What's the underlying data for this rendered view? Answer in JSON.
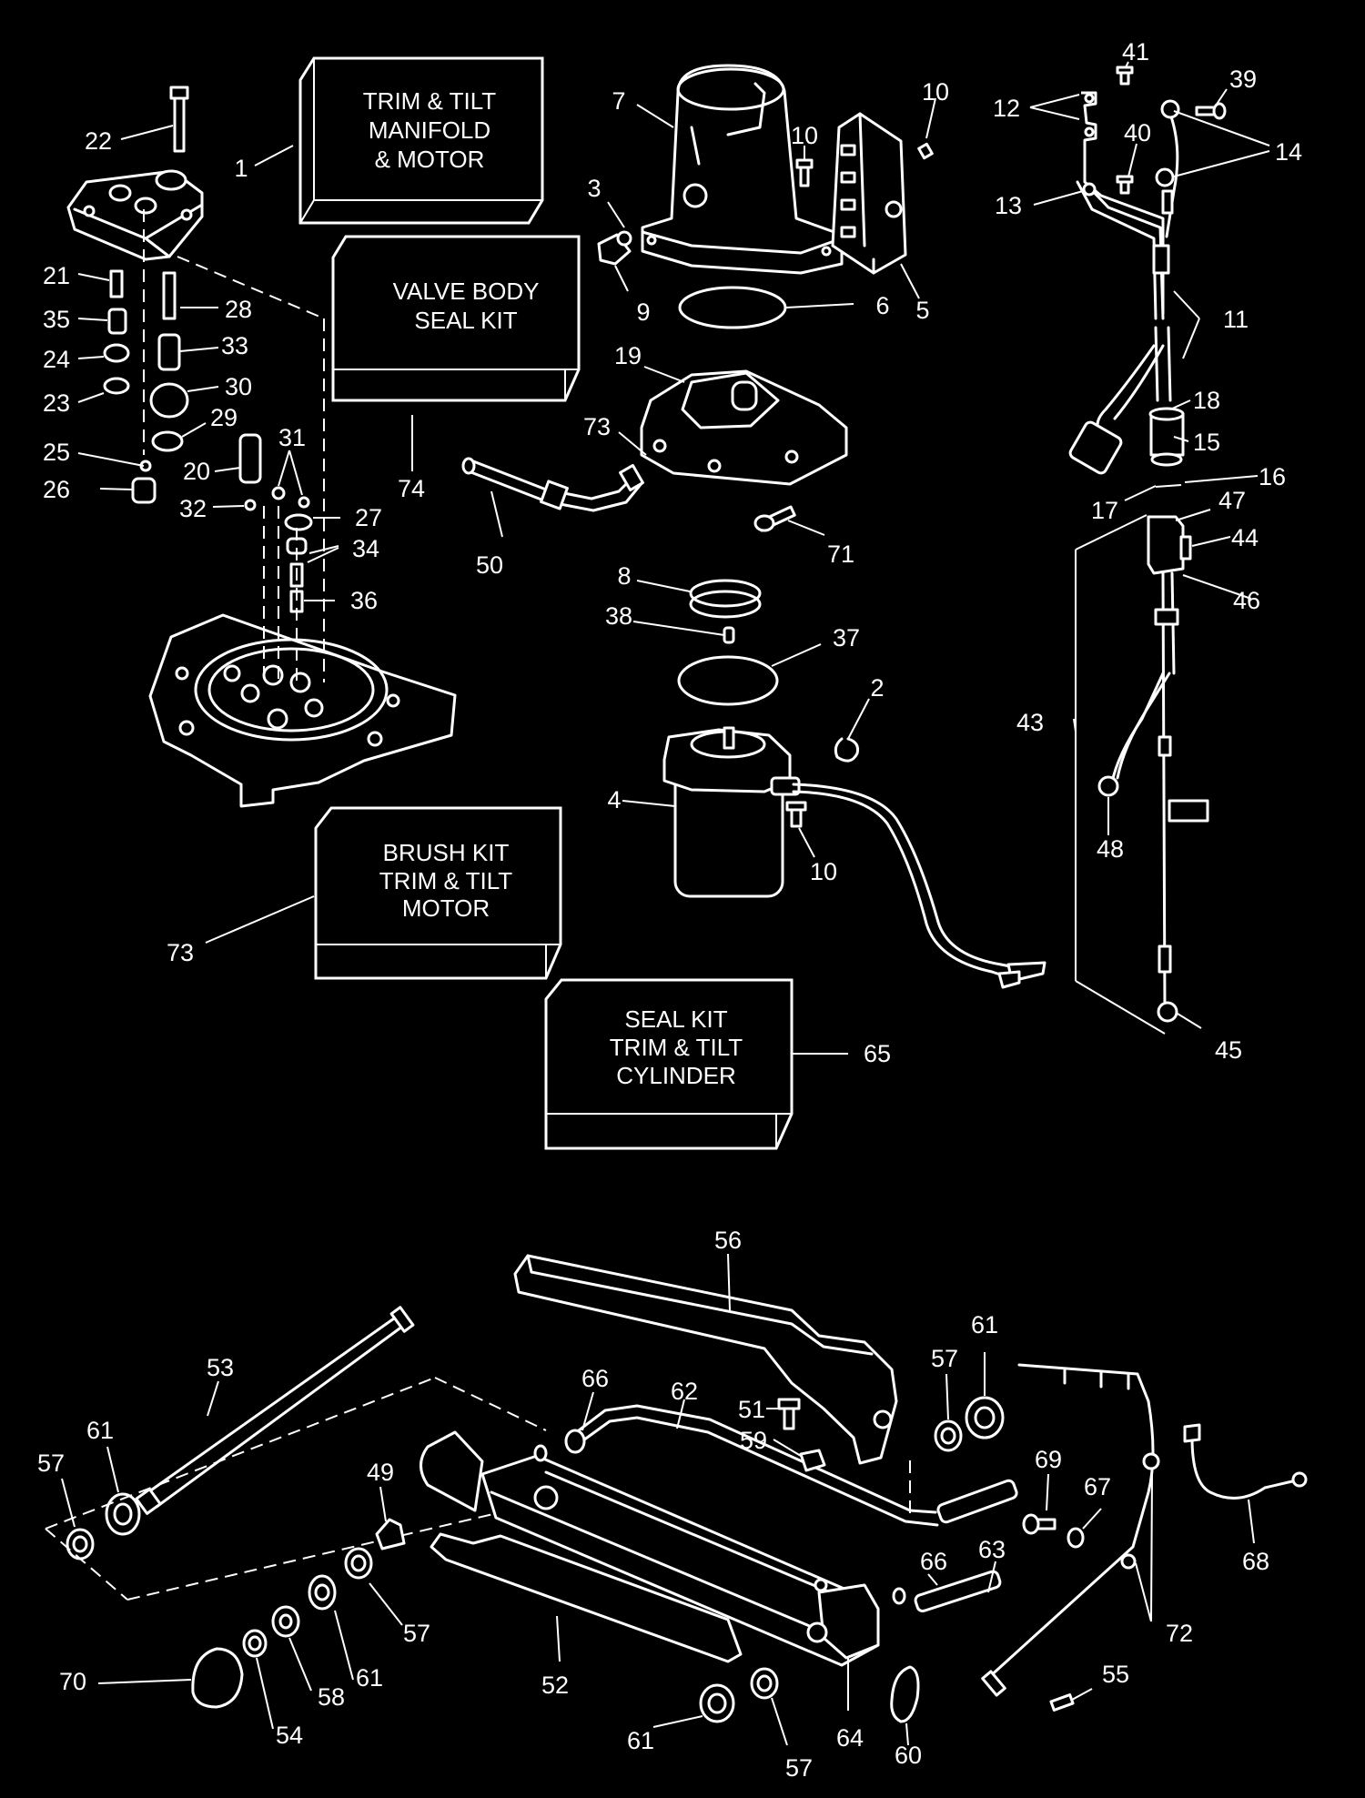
{
  "kits": {
    "manifold": [
      "TRIM & TILT",
      "MANIFOLD",
      "& MOTOR"
    ],
    "valve": [
      "VALVE BODY",
      "SEAL KIT"
    ],
    "brush": [
      "BRUSH KIT",
      "TRIM & TILT",
      "MOTOR"
    ],
    "cylinder": [
      "SEAL KIT",
      "TRIM & TILT",
      "CYLINDER"
    ]
  },
  "callouts": [
    {
      "id": "c22",
      "t": "22"
    },
    {
      "id": "c1",
      "t": "1"
    },
    {
      "id": "c21",
      "t": "21"
    },
    {
      "id": "c35",
      "t": "35"
    },
    {
      "id": "c24",
      "t": "24"
    },
    {
      "id": "c23",
      "t": "23"
    },
    {
      "id": "c25",
      "t": "25"
    },
    {
      "id": "c26",
      "t": "26"
    },
    {
      "id": "c28",
      "t": "28"
    },
    {
      "id": "c33",
      "t": "33"
    },
    {
      "id": "c30",
      "t": "30"
    },
    {
      "id": "c29",
      "t": "29"
    },
    {
      "id": "c20",
      "t": "20"
    },
    {
      "id": "c31",
      "t": "31"
    },
    {
      "id": "c32",
      "t": "32"
    },
    {
      "id": "c27",
      "t": "27"
    },
    {
      "id": "c34",
      "t": "34"
    },
    {
      "id": "c36",
      "t": "36"
    },
    {
      "id": "c74",
      "t": "74"
    },
    {
      "id": "c73a",
      "t": "73"
    },
    {
      "id": "c7",
      "t": "7"
    },
    {
      "id": "c3",
      "t": "3"
    },
    {
      "id": "c9",
      "t": "9"
    },
    {
      "id": "c10a",
      "t": "10"
    },
    {
      "id": "c10b",
      "t": "10"
    },
    {
      "id": "c5",
      "t": "5"
    },
    {
      "id": "c6",
      "t": "6"
    },
    {
      "id": "c19",
      "t": "19"
    },
    {
      "id": "c73b",
      "t": "73"
    },
    {
      "id": "c50",
      "t": "50"
    },
    {
      "id": "c71",
      "t": "71"
    },
    {
      "id": "c8",
      "t": "8"
    },
    {
      "id": "c38",
      "t": "38"
    },
    {
      "id": "c37",
      "t": "37"
    },
    {
      "id": "c2",
      "t": "2"
    },
    {
      "id": "c4",
      "t": "4"
    },
    {
      "id": "c10c",
      "t": "10"
    },
    {
      "id": "c65",
      "t": "65"
    },
    {
      "id": "c41",
      "t": "41"
    },
    {
      "id": "c39",
      "t": "39"
    },
    {
      "id": "c12",
      "t": "12"
    },
    {
      "id": "c40",
      "t": "40"
    },
    {
      "id": "c14",
      "t": "14"
    },
    {
      "id": "c13",
      "t": "13"
    },
    {
      "id": "c11",
      "t": "11"
    },
    {
      "id": "c18",
      "t": "18"
    },
    {
      "id": "c15",
      "t": "15"
    },
    {
      "id": "c16",
      "t": "16"
    },
    {
      "id": "c17",
      "t": "17"
    },
    {
      "id": "c47",
      "t": "47"
    },
    {
      "id": "c44",
      "t": "44"
    },
    {
      "id": "c46",
      "t": "46"
    },
    {
      "id": "c43",
      "t": "43"
    },
    {
      "id": "c48",
      "t": "48"
    },
    {
      "id": "c45",
      "t": "45"
    },
    {
      "id": "c56",
      "t": "56"
    },
    {
      "id": "c53",
      "t": "53"
    },
    {
      "id": "c61a",
      "t": "61"
    },
    {
      "id": "c57a",
      "t": "57"
    },
    {
      "id": "c66a",
      "t": "66"
    },
    {
      "id": "c62",
      "t": "62"
    },
    {
      "id": "c51",
      "t": "51"
    },
    {
      "id": "c59",
      "t": "59"
    },
    {
      "id": "c57b",
      "t": "57"
    },
    {
      "id": "c61b",
      "t": "61"
    },
    {
      "id": "c49",
      "t": "49"
    },
    {
      "id": "c57c",
      "t": "57"
    },
    {
      "id": "c61c",
      "t": "61"
    },
    {
      "id": "c58",
      "t": "58"
    },
    {
      "id": "c54",
      "t": "54"
    },
    {
      "id": "c70",
      "t": "70"
    },
    {
      "id": "c52",
      "t": "52"
    },
    {
      "id": "c61d",
      "t": "61"
    },
    {
      "id": "c57d",
      "t": "57"
    },
    {
      "id": "c64",
      "t": "64"
    },
    {
      "id": "c60",
      "t": "60"
    },
    {
      "id": "c66b",
      "t": "66"
    },
    {
      "id": "c63",
      "t": "63"
    },
    {
      "id": "c69",
      "t": "69"
    },
    {
      "id": "c67",
      "t": "67"
    },
    {
      "id": "c68",
      "t": "68"
    },
    {
      "id": "c72",
      "t": "72"
    },
    {
      "id": "c55",
      "t": "55"
    }
  ]
}
